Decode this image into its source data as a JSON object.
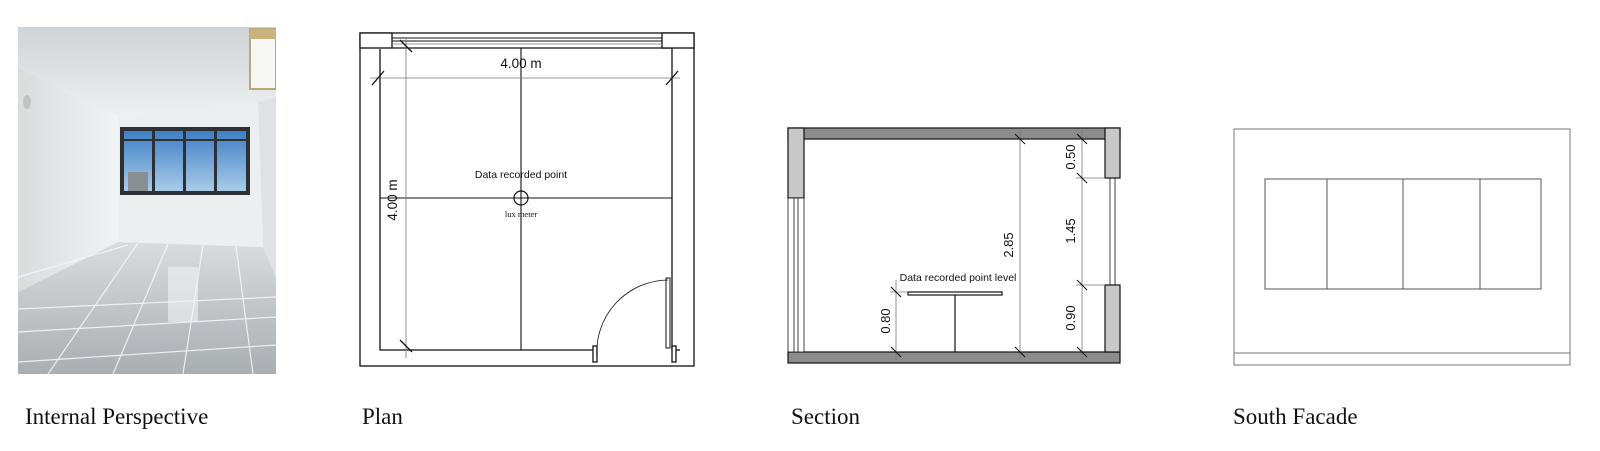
{
  "captions": {
    "perspective": "Internal Perspective",
    "plan": "Plan",
    "section": "Section",
    "facade": "South Facade"
  },
  "plan": {
    "width_dim": "4.00 m",
    "depth_dim": "4.00 m",
    "point_label": "Data recorded point",
    "meter_label": "lux meter"
  },
  "section": {
    "height_total": "2.85",
    "sill_height": "0.90",
    "window_height": "1.45",
    "head_to_ceiling": "0.50",
    "desk_height": "0.80",
    "point_level_label": "Data recorded point level"
  },
  "colors": {
    "wall_fill": "#8c8c8c",
    "wall_light": "#c8c8c8",
    "line": "#111111",
    "thin_line": "#777777"
  }
}
